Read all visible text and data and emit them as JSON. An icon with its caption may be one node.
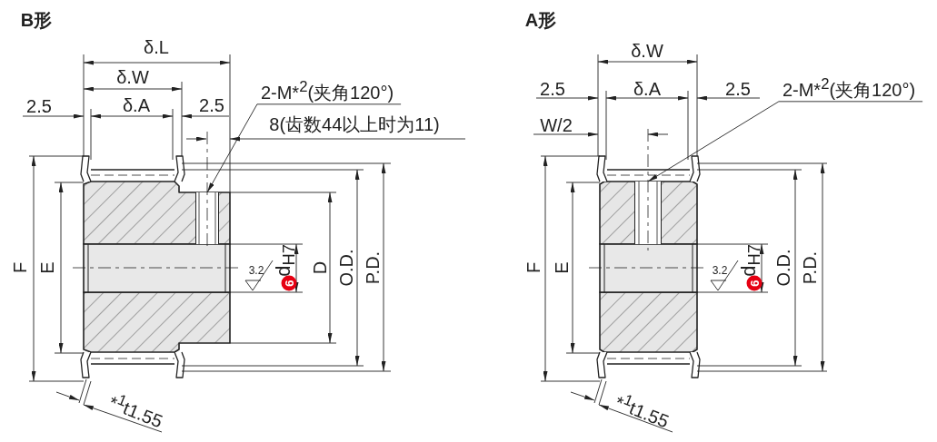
{
  "diagram": {
    "nodes": [
      {
        "text": [
          "2-M*$^{2}$(夹角120°)"
        ]
      },
      {
        "text": [],
        "shape": "box"
      },
      {
        "text": [
          "2-M*$^{2}$(夹角120°)"
        ]
      },
      {
        "text": [],
        "shape": "box"
      }
    ],
    "edges": [
      {
        "from": 0,
        "to": 1,
        "arrow": "to"
      },
      {
        "from": 2,
        "to": 3,
        "arrow": "to"
      }
    ],
    "labels": [
      "B形",
      "δ.L",
      "δ.W",
      "2.5",
      "δ.A",
      "2.5",
      "8(齿数44以上时为11)",
      "F",
      "E",
      "3.2",
      "6",
      "d$_{H7}$",
      "D",
      "O.D.",
      "P.D.",
      "*$^{1}$t1.55",
      "A形",
      "δ.W",
      "2.5",
      "δ.A",
      "2.5",
      "W/2",
      "F",
      "E",
      "3.2",
      "6",
      "d$_{H7}$",
      "O.D.",
      "P.D.",
      "*$^{1}$t1.55"
    ]
  }
}
